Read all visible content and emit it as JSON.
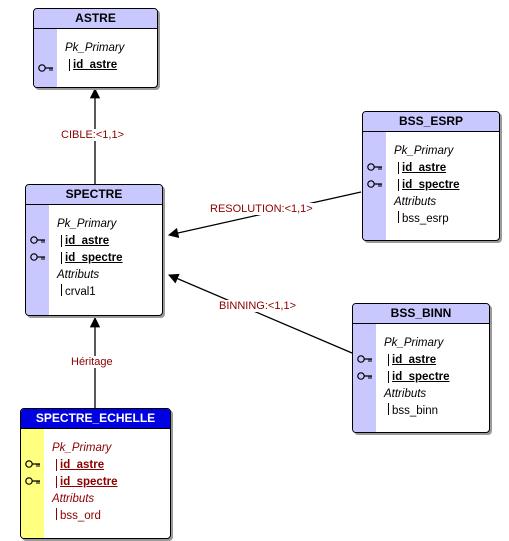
{
  "entities": {
    "astre": {
      "name": "ASTRE",
      "pk_label": "Pk_Primary",
      "keys": [
        "id_astre"
      ]
    },
    "spectre": {
      "name": "SPECTRE",
      "pk_label": "Pk_Primary",
      "keys": [
        "id_astre",
        "id_spectre"
      ],
      "attr_label": "Attributs",
      "attrs": [
        "crval1"
      ]
    },
    "bss_esrp": {
      "name": "BSS_ESRP",
      "pk_label": "Pk_Primary",
      "keys": [
        "id_astre",
        "id_spectre"
      ],
      "attr_label": "Attributs",
      "attrs": [
        "bss_esrp"
      ]
    },
    "bss_binn": {
      "name": "BSS_BINN",
      "pk_label": "Pk_Primary",
      "keys": [
        "id_astre",
        "id_spectre"
      ],
      "attr_label": "Attributs",
      "attrs": [
        "bss_binn"
      ]
    },
    "spectre_echelle": {
      "name": "SPECTRE_ECHELLE",
      "pk_label": "Pk_Primary",
      "keys": [
        "id_astre",
        "id_spectre"
      ],
      "attr_label": "Attributs",
      "attrs": [
        "bss_ord"
      ]
    }
  },
  "relations": {
    "cible": "CIBLE:<1,1>",
    "resolution": "RESOLUTION:<1,1>",
    "binning": "BINNING:<1,1>",
    "heritage": "Héritage"
  },
  "colors": {
    "header": "#c8c8ff",
    "selected_header": "#0000e0",
    "selected_gutter": "#ffff80",
    "relation_label": "#8b0000"
  },
  "icons": {
    "key": "key-icon"
  }
}
